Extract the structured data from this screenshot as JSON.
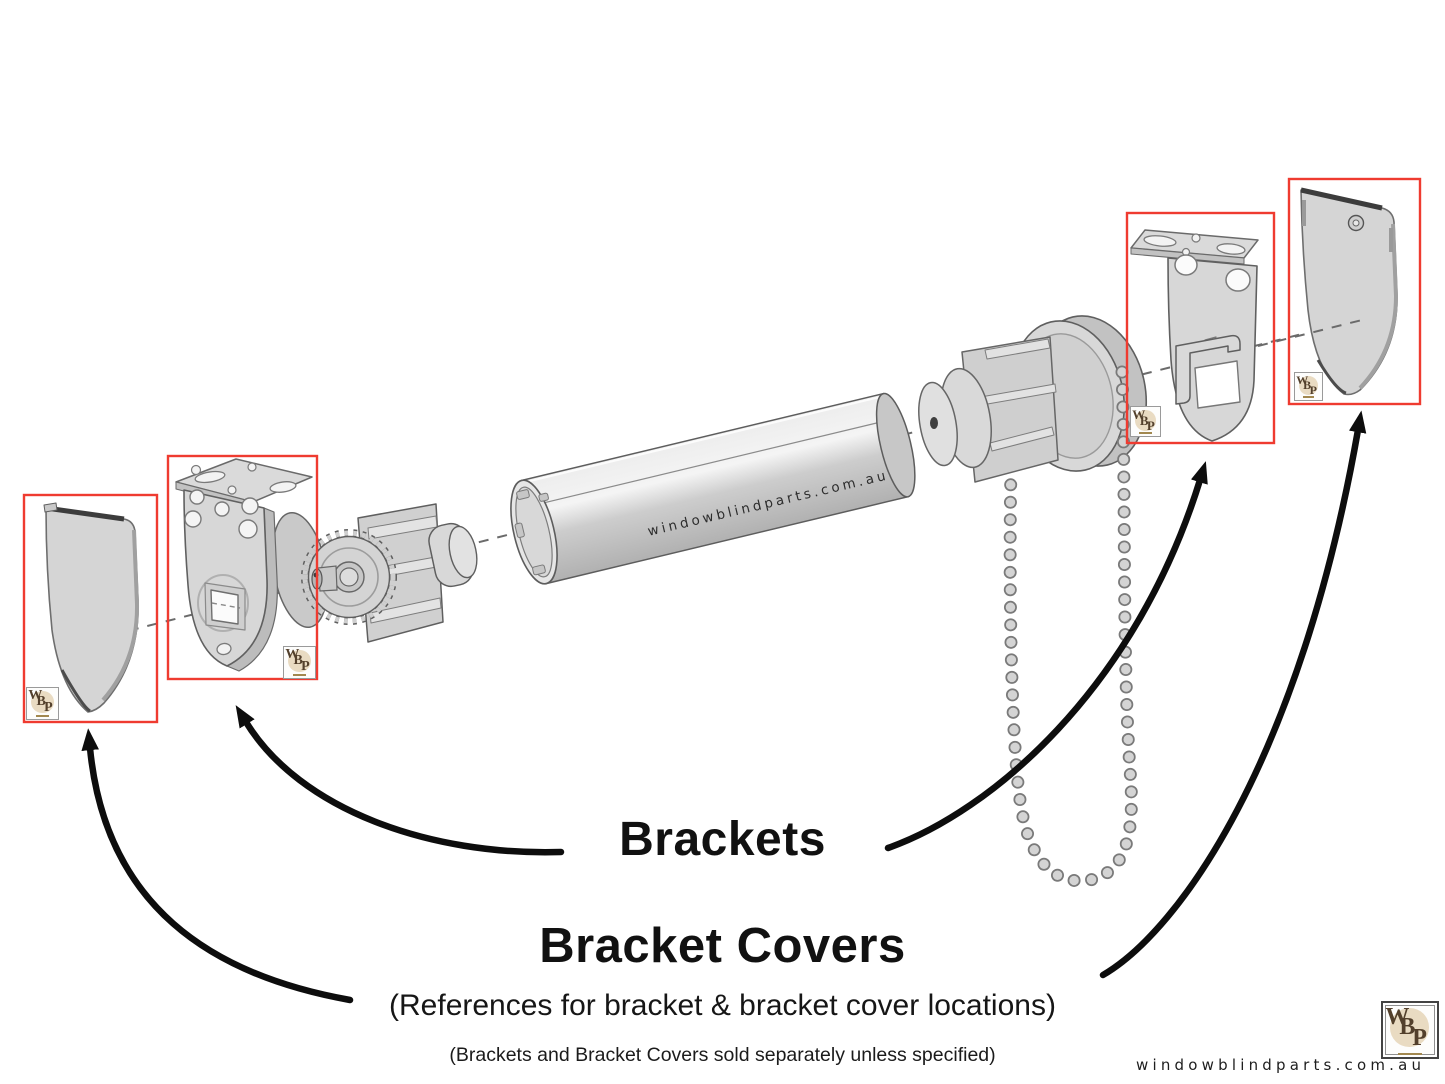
{
  "labels": {
    "brackets": "Brackets",
    "bracket_covers": "Bracket Covers",
    "reference_note": "(References for bracket & bracket cover locations)",
    "sold_note": "(Brackets and Bracket Covers sold separately unless specified)"
  },
  "watermark": {
    "tube_text": "windowblindparts.com.au",
    "badge_letters": [
      "W",
      "B",
      "P"
    ]
  },
  "footer": {
    "site": "windowblindparts.com.au",
    "logo_letters": [
      "W",
      "B",
      "P"
    ]
  },
  "colors": {
    "highlight_red": "#ef3b30",
    "arrow_black": "#0d0d0d",
    "part_fill": "#d6d6d6",
    "part_stroke": "#5f5f5f",
    "logo_beige": "#e9dbc2",
    "logo_brown": "#53402c"
  }
}
